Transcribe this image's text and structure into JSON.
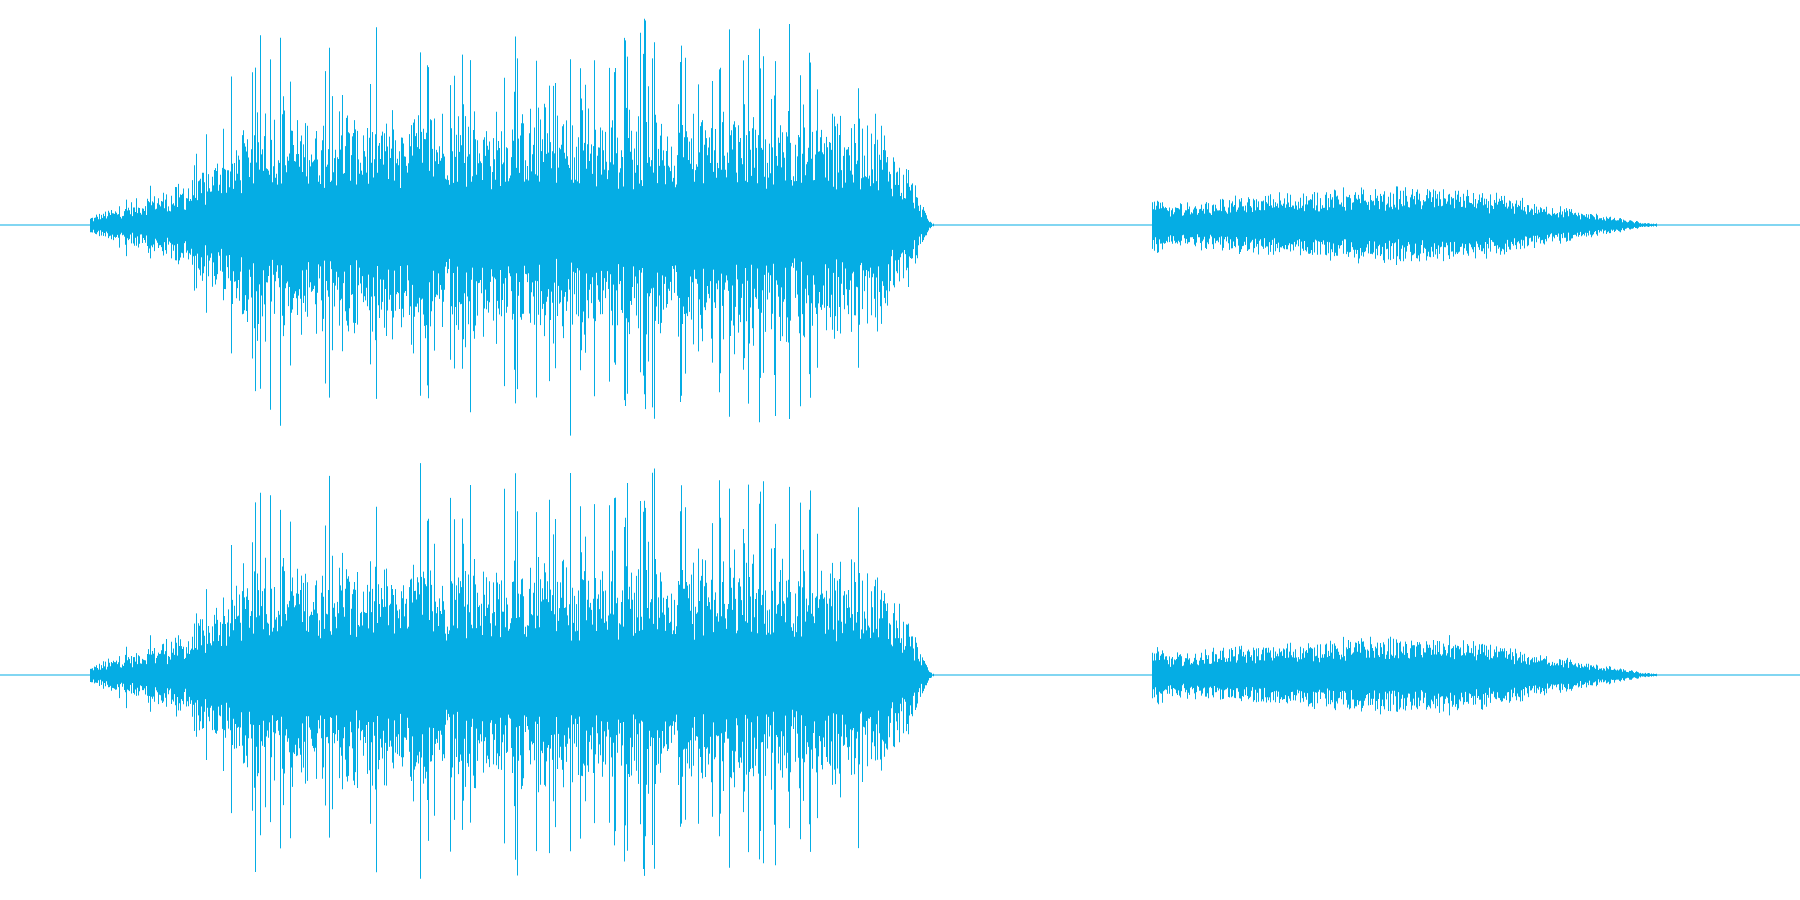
{
  "waveform": {
    "color": "#05ADE4",
    "background": "#FFFFFF",
    "channels": [
      {
        "channel": "left"
      },
      {
        "channel": "right"
      }
    ],
    "segments": [
      {
        "start": 0.05,
        "end": 0.52,
        "peak": 0.95,
        "shape": "burst"
      },
      {
        "start": 0.64,
        "end": 0.92,
        "peak": 0.18,
        "shape": "swell"
      }
    ]
  }
}
